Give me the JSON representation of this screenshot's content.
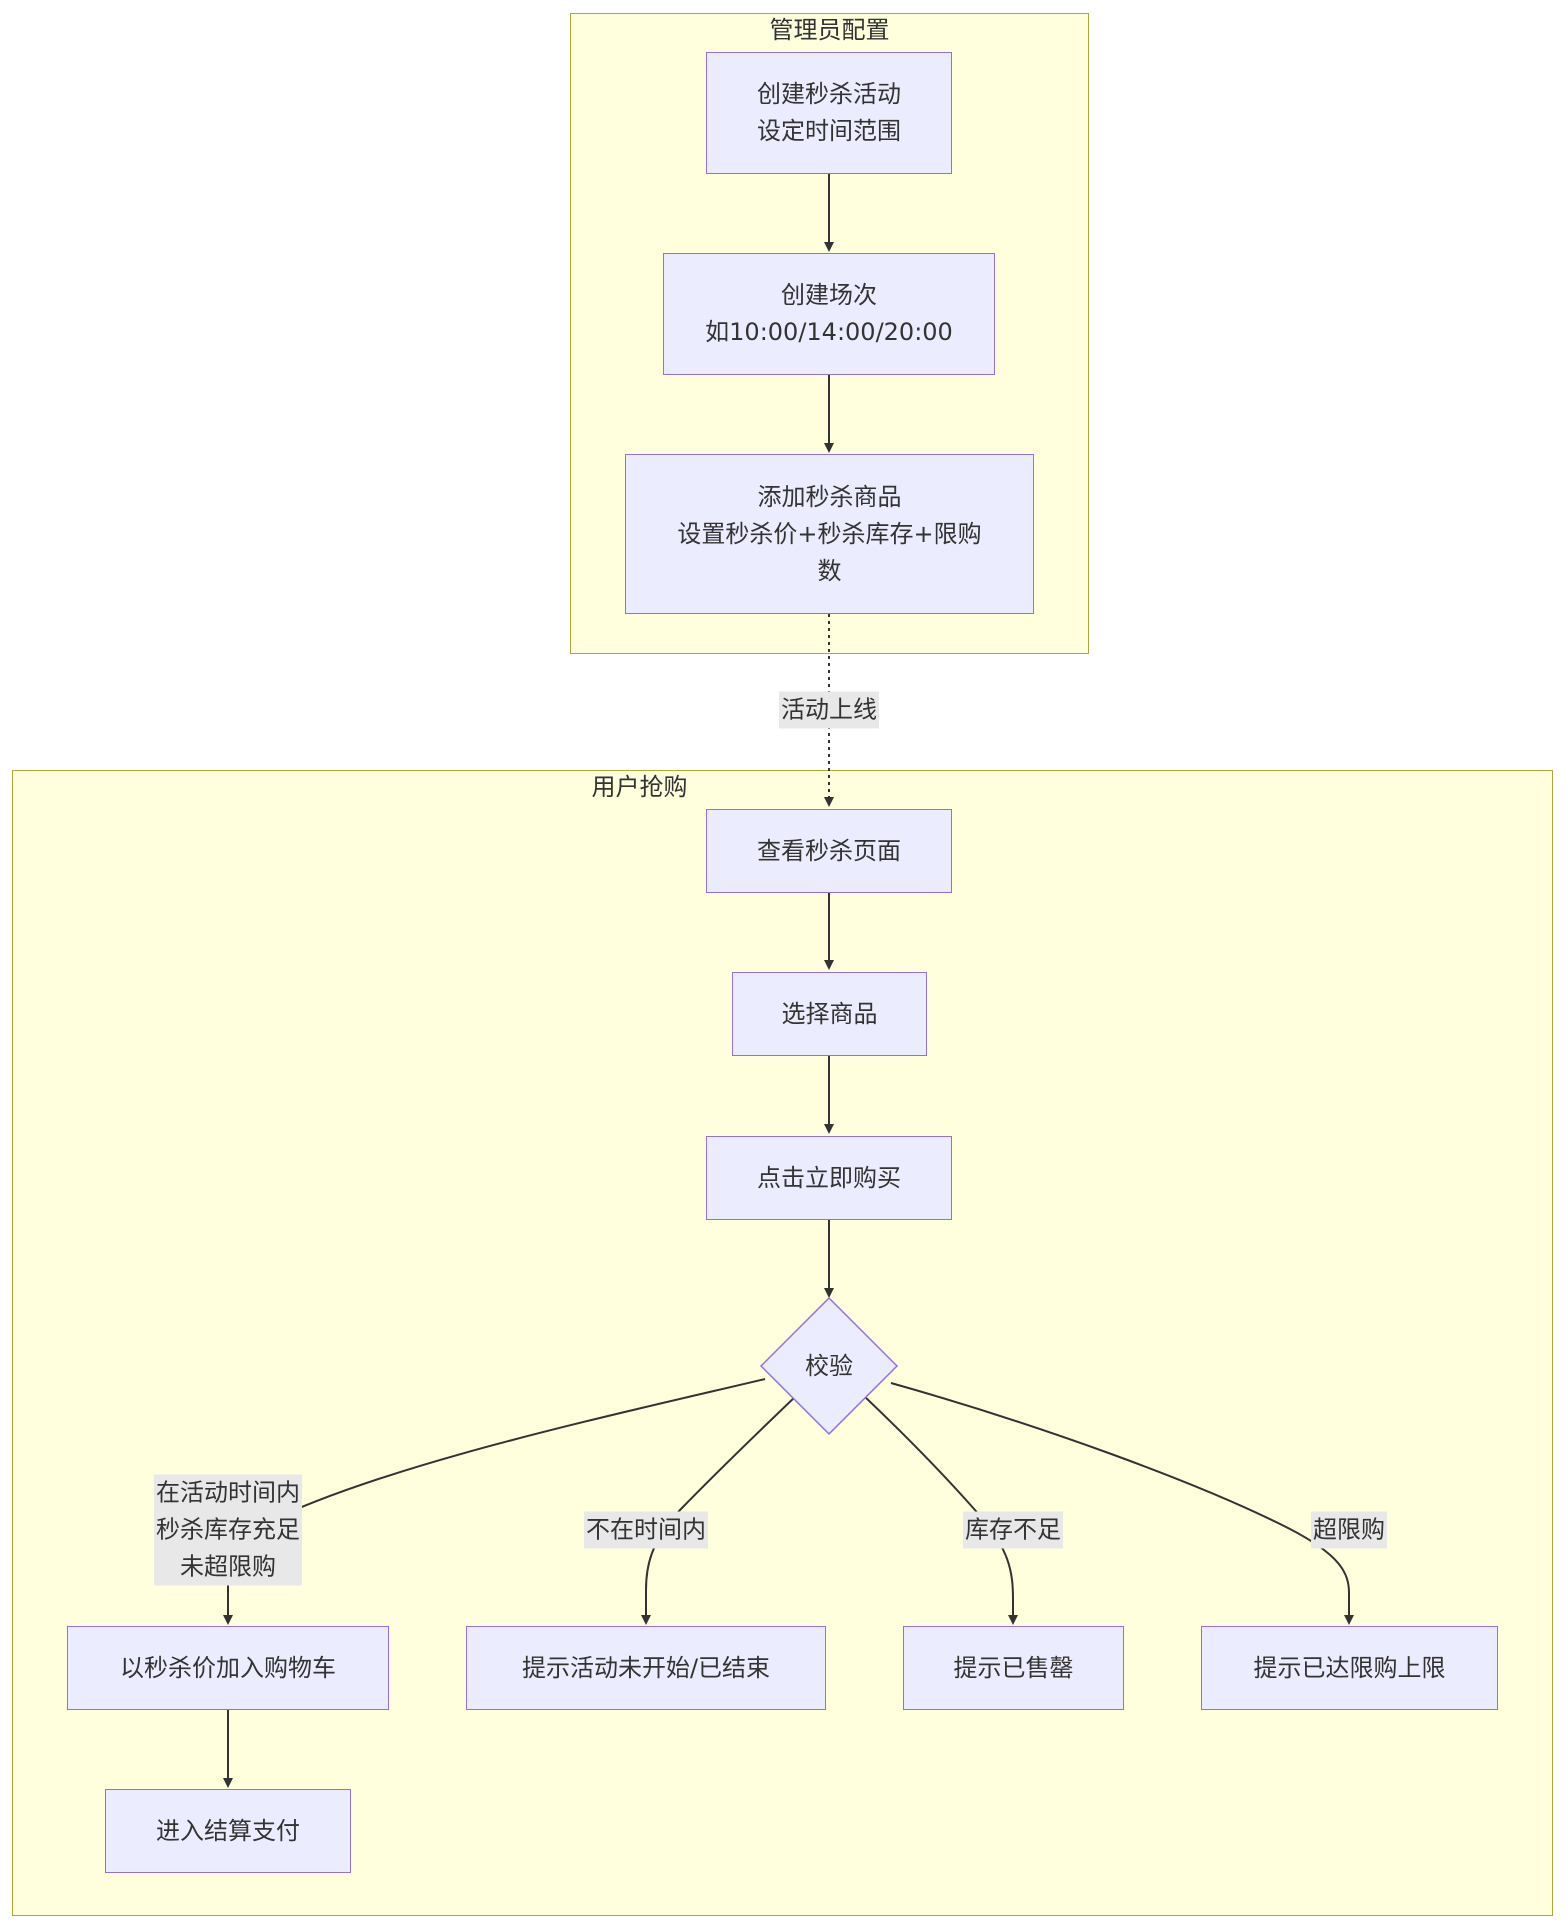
{
  "clusters": {
    "admin": {
      "title": "管理员配置"
    },
    "user": {
      "title": "用户抢购"
    }
  },
  "nodes": {
    "create_activity": "创建秒杀活动\n设定时间范围",
    "create_session": "创建场次\n如10:00/14:00/20:00",
    "add_goods": "添加秒杀商品\n设置秒杀价+秒杀库存+限购\n数",
    "view_page": "查看秒杀页面",
    "select_goods": "选择商品",
    "click_buy": "点击立即购买",
    "check": "校验",
    "add_cart": "以秒杀价加入购物车",
    "not_in_time": "提示活动未开始/已结束",
    "sold_out": "提示已售罄",
    "limit_reached": "提示已达限购上限",
    "checkout": "进入结算支付"
  },
  "edge_labels": {
    "online": "活动上线",
    "ok": "在活动时间内\n秒杀库存充足\n未超限购",
    "not_time": "不在时间内",
    "no_stock": "库存不足",
    "over_limit": "超限购"
  },
  "colors": {
    "cluster_fill": "#ffffde",
    "cluster_border": "#aaaa33",
    "node_fill": "#ececff",
    "node_border": "#9370db",
    "edge": "#333333",
    "label_bg": "#e8e8e8"
  }
}
